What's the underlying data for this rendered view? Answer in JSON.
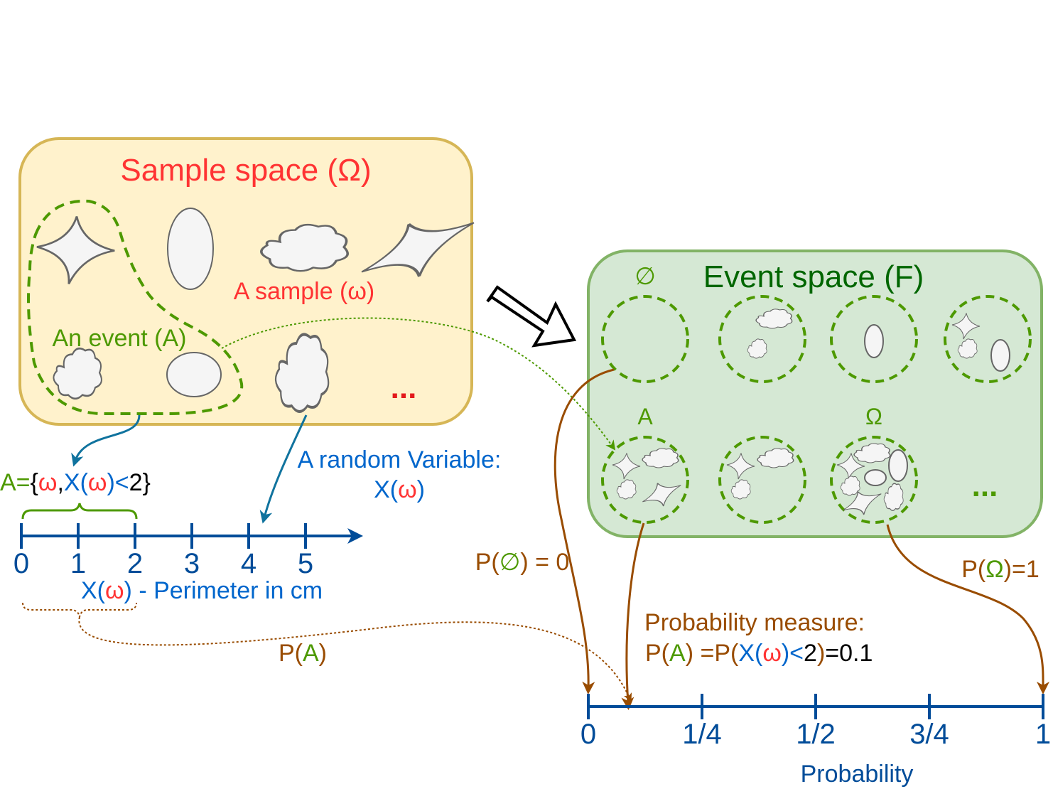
{
  "colors": {
    "red": "#ff3333",
    "green": "#4d9900",
    "dark_green": "#006600",
    "blue": "#0066cc",
    "navy": "#004c99",
    "brown": "#994c00",
    "black": "#000000"
  },
  "sample_space": {
    "title": "Sample space (Ω)",
    "sample_label": "A sample (ω)",
    "event_label": "An event (A)",
    "ellipsis": "..."
  },
  "event_space": {
    "title": "Event space (F)",
    "empty_set_label": "∅",
    "event_a_label": "A",
    "omega_label": "Ω",
    "ellipsis": "..."
  },
  "random_variable": {
    "line1": "A random Variable:",
    "x": "X(",
    "omega": "ω",
    "close": ")"
  },
  "event_def": {
    "a_eq": "A=",
    "open_brace": "{",
    "omega1": "ω",
    "comma": ",",
    "x_open": "X(",
    "omega2": "ω",
    "close_lt": ")<",
    "two_brace": "2}"
  },
  "perimeter_axis": {
    "ticks": [
      "0",
      "1",
      "2",
      "3",
      "4",
      "5"
    ],
    "label_x": "X(",
    "label_omega": "ω",
    "label_rest": ") - Perimeter in cm"
  },
  "pa_label": {
    "p_open": "P(",
    "a": "A",
    "close": ")"
  },
  "p_empty": {
    "p_open": "P(",
    "sym": "∅",
    "rest": ") = 0"
  },
  "p_omega": {
    "p_open": "P(",
    "sym": "Ω",
    "rest": ")=1"
  },
  "prob_measure": {
    "title": "Probability measure:",
    "p_open": "P(",
    "a": "A",
    "close_eq": ") =",
    "p2": "P(",
    "x_open": "X(",
    "omega": "ω",
    "lt": ")<",
    "two": "2",
    "close2": ")",
    "value": "=0.1"
  },
  "probability_axis": {
    "ticks": [
      "0",
      "1/4",
      "1/2",
      "3/4",
      "1"
    ],
    "label": "Probability"
  }
}
